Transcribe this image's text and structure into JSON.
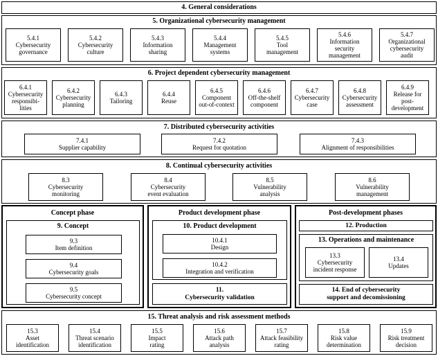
{
  "sec4": {
    "title": "4. General considerations"
  },
  "sec5": {
    "title": "5. Organizational cybersecurity management",
    "items": [
      {
        "num": "5.4.1",
        "label": "Cybersecurity\ngovernance"
      },
      {
        "num": "5.4.2",
        "label": "Cybersecurity\nculture"
      },
      {
        "num": "5.4.3",
        "label": "Information\nsharing"
      },
      {
        "num": "5.4.4",
        "label": "Management\nsystems"
      },
      {
        "num": "5.4.5",
        "label": "Tool\nmanagement"
      },
      {
        "num": "5.4.6",
        "label": "Information\nsecurity\nmanagement"
      },
      {
        "num": "5.4.7",
        "label": "Organizational\ncybersecurity\naudit"
      }
    ]
  },
  "sec6": {
    "title": "6. Project dependent cybersecurity management",
    "items": [
      {
        "num": "6.4.1",
        "label": "Cybersecurity\nresponsibi-\nlities"
      },
      {
        "num": "6.4.2",
        "label": "Cybersecurity\nplanning"
      },
      {
        "num": "6.4.3",
        "label": "Tailoring"
      },
      {
        "num": "6.4.4",
        "label": "Reuse"
      },
      {
        "num": "6.4.5",
        "label": "Component\nout-of-context"
      },
      {
        "num": "6.4.6",
        "label": "Off-the-shelf\ncomponent"
      },
      {
        "num": "6.4.7",
        "label": "Cybersecurity\ncase"
      },
      {
        "num": "6.4.8",
        "label": "Cybersecurity\nassessment"
      },
      {
        "num": "6.4.9",
        "label": "Release for\npost-\ndevelopment"
      }
    ]
  },
  "sec7": {
    "title": "7. Distributed cybersecurity activities",
    "items": [
      {
        "num": "7.4.1",
        "label": "Supplier capability"
      },
      {
        "num": "7.4.2",
        "label": "Request for quotation"
      },
      {
        "num": "7.4.3",
        "label": "Alignment of responsibilities"
      }
    ]
  },
  "sec8": {
    "title": "8. Continual cybersecurity activities",
    "items": [
      {
        "num": "8.3",
        "label": "Cybersecurity\nmonitoring"
      },
      {
        "num": "8.4",
        "label": "Cybersecurity\nevent evaluation"
      },
      {
        "num": "8.5",
        "label": "Vulnerability\nanalysis"
      },
      {
        "num": "8.6",
        "label": "Vulnerability\nmanagement"
      }
    ]
  },
  "concept": {
    "phase": "Concept phase",
    "title": "9. Concept",
    "items": [
      {
        "num": "9.3",
        "label": "Item definition"
      },
      {
        "num": "9.4",
        "label": "Cybersecurity goals"
      },
      {
        "num": "9.5",
        "label": "Cybersecurity concept"
      }
    ]
  },
  "product": {
    "phase": "Product development phase",
    "title": "10. Product development",
    "items": [
      {
        "num": "10.4.1",
        "label": "Design"
      },
      {
        "num": "10.4.2",
        "label": "Integration and verification"
      }
    ],
    "validation": "11.\nCybersecurity validation"
  },
  "post": {
    "phase": "Post-development phases",
    "production": "12. Production",
    "ops_title": "13. Operations and maintenance",
    "items": [
      {
        "num": "13.3",
        "label": "Cybersecurity\nincident response"
      },
      {
        "num": "13.4",
        "label": "Updates"
      }
    ],
    "end": "14. End of cybersecurity\nsupport and decomissioning"
  },
  "sec15": {
    "title": "15. Threat analysis and risk assessment methods",
    "items": [
      {
        "num": "15.3",
        "label": "Asset\nidentification"
      },
      {
        "num": "15.4",
        "label": "Threat scenario\nidentification"
      },
      {
        "num": "15.5",
        "label": "Impact\nrating"
      },
      {
        "num": "15.6",
        "label": "Attack path\nanalysis"
      },
      {
        "num": "15.7",
        "label": "Attack feasibility\nrating"
      },
      {
        "num": "15.8",
        "label": "Risk value\ndetermination"
      },
      {
        "num": "15.9",
        "label": "Risk treatment\ndecision"
      }
    ]
  }
}
